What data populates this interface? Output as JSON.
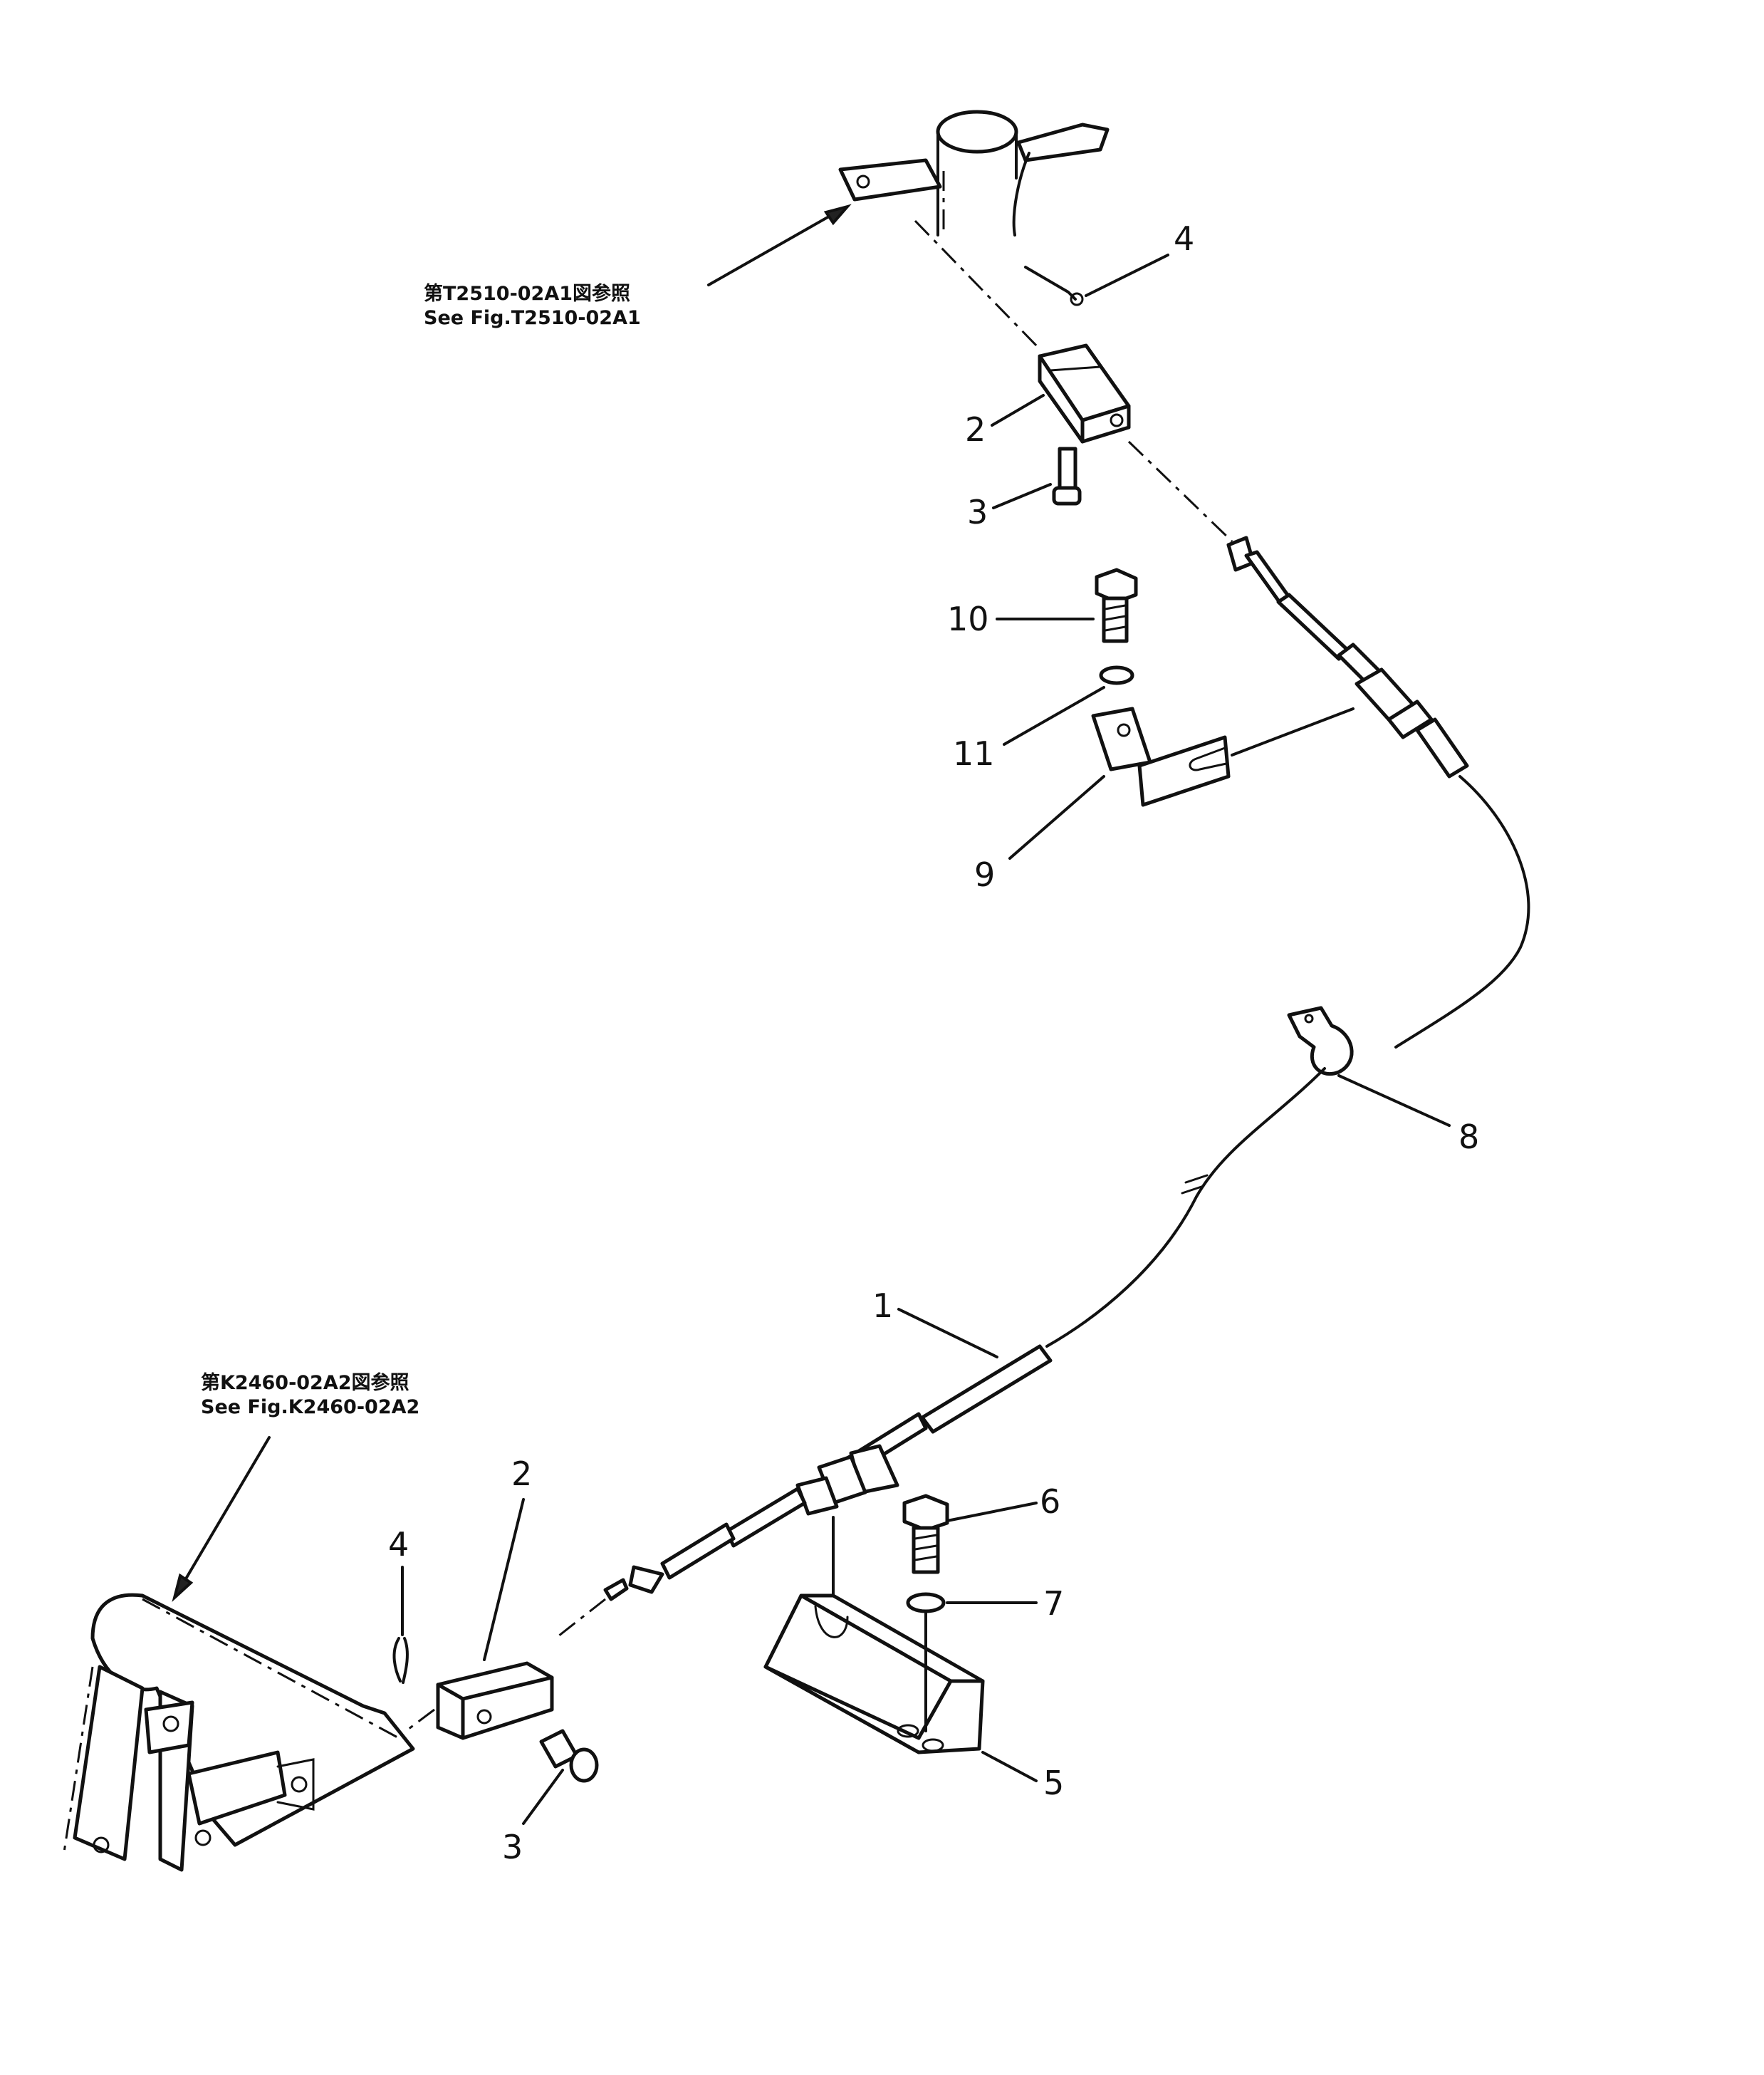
{
  "references": {
    "top": {
      "jp": "第T2510-02A1図参照",
      "en": "See Fig.T2510-02A1"
    },
    "bottom": {
      "jp": "第K2460-02A2図参照",
      "en": "See Fig.K2460-02A2"
    }
  },
  "callouts": {
    "top_4": "4",
    "top_2": "2",
    "top_3": "3",
    "n10": "10",
    "n11": "11",
    "n9": "9",
    "n8": "8",
    "n1": "1",
    "n6": "6",
    "n7": "7",
    "n5": "5",
    "bottom_4": "4",
    "bottom_2": "2",
    "bottom_3": "3"
  }
}
